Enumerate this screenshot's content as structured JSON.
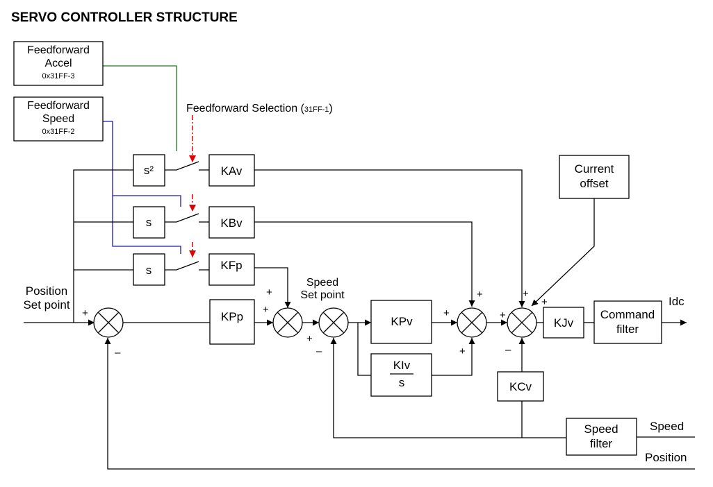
{
  "title": "SERVO CONTROLLER STRUCTURE",
  "feedforward_accel": {
    "line1": "Feedforward",
    "line2": "Accel",
    "code": "0x31FF-3"
  },
  "feedforward_speed": {
    "line1": "Feedforward",
    "line2": "Speed",
    "code": "0x31FF-2"
  },
  "feedforward_selection": {
    "label": "Feedforward Selection (",
    "code": "31FF-1",
    "close": ")"
  },
  "blocks": {
    "s2": "s²",
    "s1": "s",
    "s2b": "s",
    "kav": "KAv",
    "kbv": "KBv",
    "kfp": "KFp",
    "kpp": "KPp",
    "kpv": "KPv",
    "kiv_num": "KIv",
    "kiv_den": "s",
    "kjv": "KJv",
    "kcv": "KCv"
  },
  "current_offset": {
    "line1": "Current",
    "line2": "offset"
  },
  "command_filter": {
    "line1": "Command",
    "line2": "filter"
  },
  "speed_filter": {
    "line1": "Speed",
    "line2": "filter"
  },
  "position_setpoint": {
    "line1": "Position",
    "line2": "Set point"
  },
  "speed_setpoint": {
    "line1": "Speed",
    "line2": "Set point"
  },
  "output_label": "Idc",
  "speed_label": "Speed",
  "position_label": "Position",
  "signs": {
    "plus": "+",
    "minus": "–"
  },
  "colors": {
    "accel_wire": "#1a7a1a",
    "speed_wire": "#1a1ab4",
    "selection": "#e00000"
  }
}
